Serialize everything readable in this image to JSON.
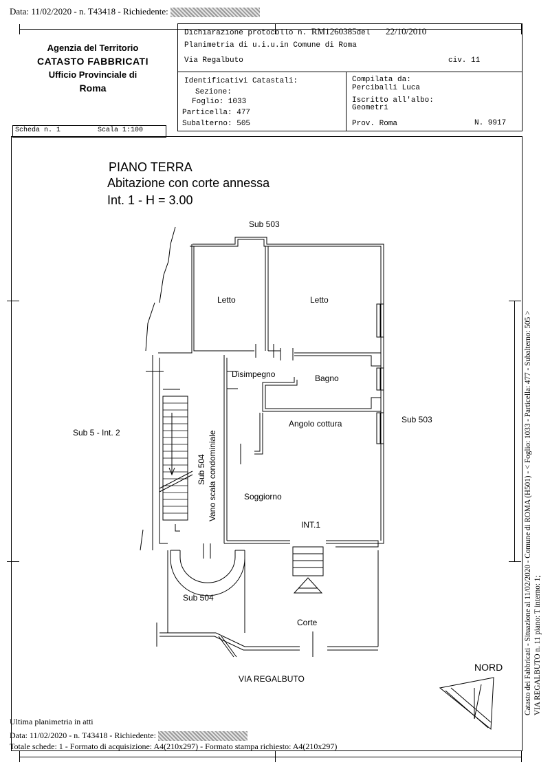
{
  "top_meta": {
    "date_line": "Data: 11/02/2020 - n. T43418 - Richiedente:"
  },
  "office": {
    "agency": "Agenzia del Territorio",
    "catasto": "CATASTO FABBRICATI",
    "ufficio": "Ufficio Provinciale di",
    "city": "Roma"
  },
  "declaration": {
    "protocol_label": "Dichiarazione protocollo n.",
    "protocol_number": "RM1260385",
    "del_label": "del",
    "protocol_date": "22/10/2010",
    "planimetria": "Planimetria di u.i.u.in Comune di Roma",
    "street": "Via Regalbuto",
    "civ": "civ. 11"
  },
  "identificativi": {
    "title": "Identificativi Catastali:",
    "sezione": "Sezione:",
    "foglio": "Foglio: 1033",
    "particella": "Particella: 477",
    "subalterno": "Subalterno: 505"
  },
  "compilata": {
    "label": "Compilata da:",
    "name": "Perciballi Luca",
    "iscritto_label": "Iscritto all'albo:",
    "albo": "Geometri",
    "prov": "Prov. Roma",
    "numero": "N.  9917"
  },
  "scheda": {
    "scheda": "Scheda n. 1",
    "scala": "Scala 1:100"
  },
  "plan": {
    "title1": "PIANO TERRA",
    "title2": "Abitazione con corte annessa",
    "title3": "Int. 1 - H = 3.00",
    "sub503_top": "Sub 503",
    "sub503_right": "Sub 503",
    "sub5": "Sub 5 - Int. 2",
    "letto1": "Letto",
    "letto2": "Letto",
    "disimpegno": "Disimpegno",
    "bagno": "Bagno",
    "angolo": "Angolo cottura",
    "soggiorno": "Soggiorno",
    "int1": "INT.1",
    "sub504_vertical": "Sub 504",
    "vano": "Vano scala condominiale",
    "sub504_bottom": "Sub 504",
    "corte": "Corte",
    "via": "VIA REGALBUTO",
    "nord": "NORD"
  },
  "side_text": {
    "line1": "Catasto dei Fabbricati - Situazione al 11/02/2020 - Comune di ROMA (H501) - < Foglio: 1033 - Particella: 477 - Subalterno: 505 >",
    "line2": "VIA REGALBUTO n. 11 piano: T interno: 1;"
  },
  "footer": {
    "ultima": "Ultima planimetria in atti",
    "date_line": "Data: 11/02/2020 - n. T43418 - Richiedente:",
    "totale": "Totale schede: 1 - Formato di acquisizione: A4(210x297)  - Formato stampa richiesto: A4(210x297)"
  }
}
